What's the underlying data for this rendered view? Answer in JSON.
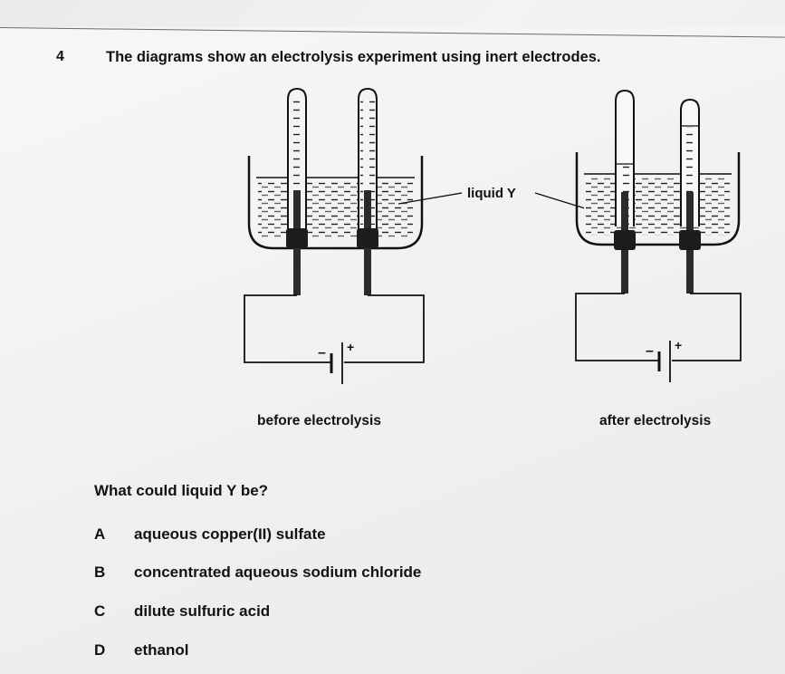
{
  "question": {
    "number": "4",
    "stem": "The diagrams show an electrolysis experiment using inert electrodes.",
    "prompt": "What could liquid Y be?",
    "options": [
      {
        "letter": "A",
        "text": "aqueous copper(II) sulfate"
      },
      {
        "letter": "B",
        "text": "concentrated aqueous sodium chloride"
      },
      {
        "letter": "C",
        "text": "dilute sulfuric acid"
      },
      {
        "letter": "D",
        "text": "ethanol"
      }
    ]
  },
  "diagram": {
    "liquid_label": "liquid Y",
    "battery_minus": "–",
    "battery_plus": "+",
    "before_caption": "before electrolysis",
    "after_caption": "after electrolysis"
  }
}
